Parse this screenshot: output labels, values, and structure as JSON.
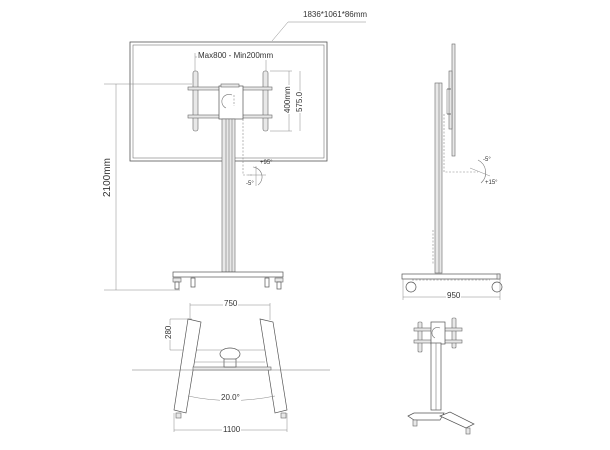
{
  "drawing": {
    "title": "TV floor stand dimension drawing",
    "stroke_color": "#555555",
    "background": "#ffffff"
  },
  "front_view": {
    "display_size_label": "1836*1061*86mm",
    "vesa_width_label": "Max800 - Min200mm",
    "vesa_height_label": "400mm",
    "bracket_height_label": "575.0",
    "overall_height_label": "2100mm",
    "tilt_up_label": "+95°",
    "tilt_down_label": "-5°"
  },
  "side_view": {
    "tilt_up_label": "-5°",
    "tilt_down_label": "+15°",
    "base_depth_label": "950"
  },
  "top_view": {
    "inner_width_label": "750",
    "leg_offset_label": "280",
    "leg_angle_label": "20.0°",
    "outer_width_label": "1100"
  },
  "perspective_view": {
    "label": ""
  }
}
